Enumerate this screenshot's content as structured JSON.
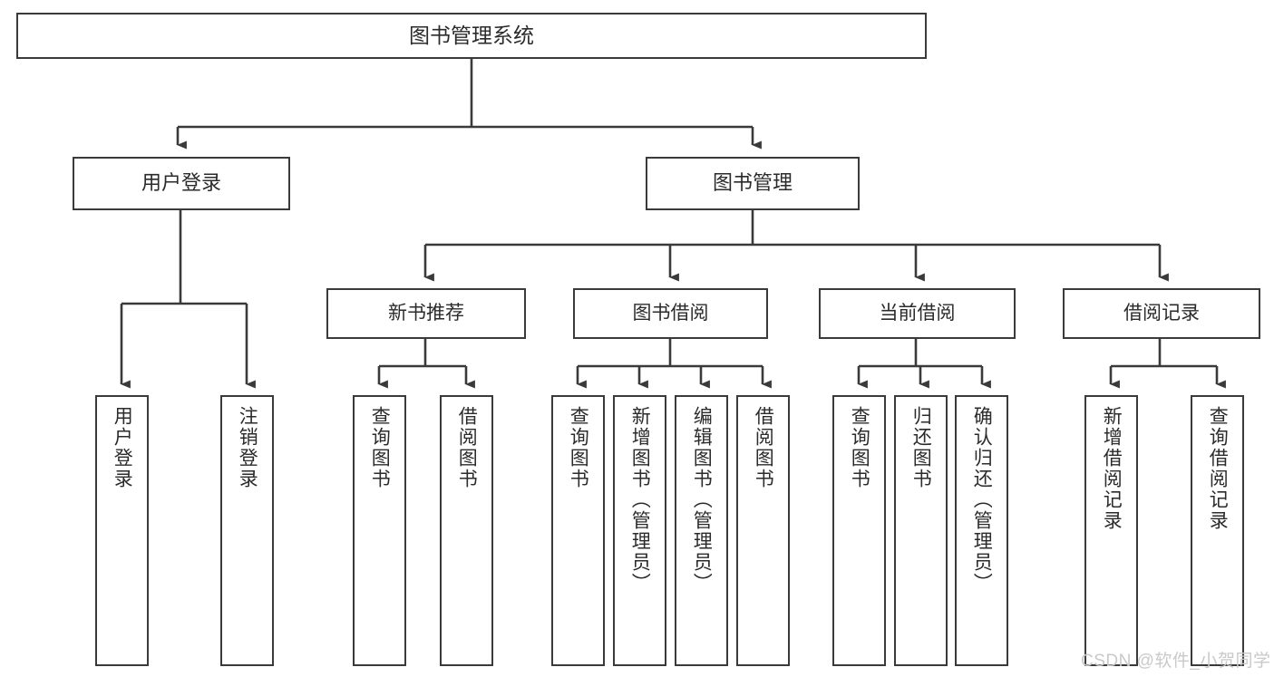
{
  "diagram": {
    "title": "图书管理系统",
    "watermark": "CSDN @软件_小贺同学",
    "line_color": "#3a3a3a",
    "text_color": "#2b2b2b",
    "background_color": "#ffffff",
    "type": "tree-hierarchy-chart"
  },
  "nodes": {
    "root": {
      "label": "图书管理系统"
    },
    "level1": [
      {
        "label": "用户登录"
      },
      {
        "label": "图书管理"
      }
    ],
    "level2": [
      {
        "label": "新书推荐"
      },
      {
        "label": "图书借阅"
      },
      {
        "label": "当前借阅"
      },
      {
        "label": "借阅记录"
      }
    ],
    "leaves": {
      "user_login": [
        {
          "label": "用户登录"
        },
        {
          "label": "注销登录"
        }
      ],
      "new_book": [
        {
          "label": "查询图书"
        },
        {
          "label": "借阅图书"
        }
      ],
      "book_borrow": [
        {
          "label": "查询图书"
        },
        {
          "label": "新增图书（管理员）"
        },
        {
          "label": "编辑图书（管理员）"
        },
        {
          "label": "借阅图书"
        }
      ],
      "current_borrow": [
        {
          "label": "查询图书"
        },
        {
          "label": "归还图书"
        },
        {
          "label": "确认归还（管理员）"
        }
      ],
      "borrow_record": [
        {
          "label": "新增借阅记录"
        },
        {
          "label": "查询借阅记录"
        }
      ]
    }
  }
}
